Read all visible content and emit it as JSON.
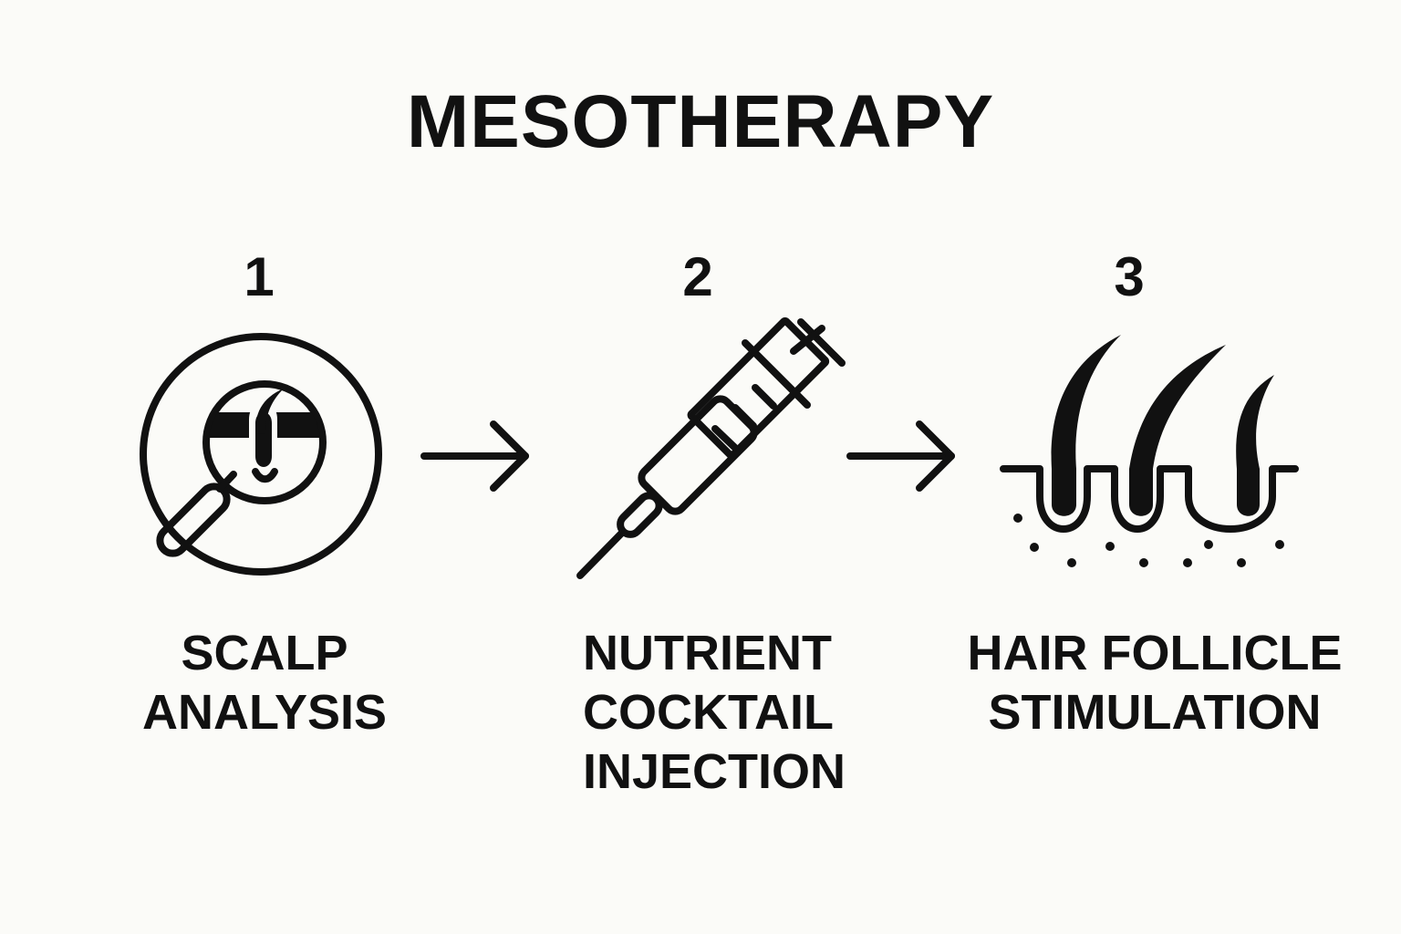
{
  "title": "MESOTHERAPY",
  "steps": [
    {
      "number": "1",
      "label_lines": [
        "SCALP",
        "ANALYSIS"
      ],
      "icon": "scalp-magnifier-icon"
    },
    {
      "number": "2",
      "label_lines": [
        "NUTRIENT",
        "COCKTAIL",
        "INJECTION"
      ],
      "icon": "syringe-icon"
    },
    {
      "number": "3",
      "label_lines": [
        "HAIR FOLLICLE",
        "STIMULATION"
      ],
      "icon": "hair-follicles-icon"
    }
  ],
  "connectors": [
    "arrow-right-icon",
    "arrow-right-icon"
  ],
  "colors": {
    "background": "#fbfbf8",
    "ink": "#111111"
  }
}
